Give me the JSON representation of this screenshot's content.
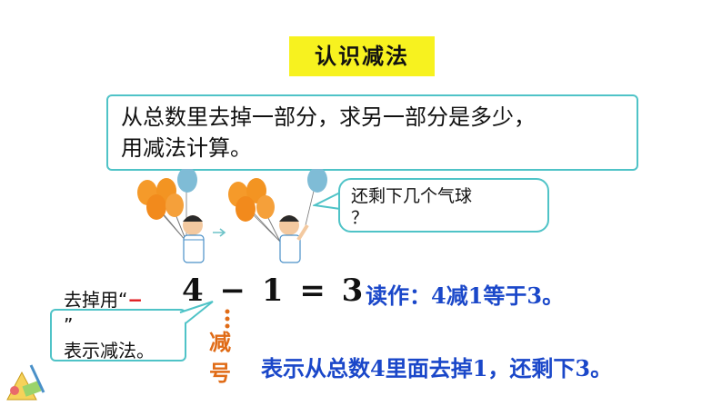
{
  "title": "认识减法",
  "definition": {
    "line1": "从总数里去掉一部分，求另一部分是多少，",
    "line2": "用减法计算。"
  },
  "question_bubble": {
    "line1": "还剩下几个气球",
    "line2": "？"
  },
  "equation": "4 − 1 = 3",
  "reading": "读作：4减1等于3。",
  "meaning": "表示从总数4里面去掉1，还剩下3。",
  "note": {
    "line1_prefix": "去掉用“",
    "minus": "−",
    "line2": "”",
    "line3": "表示减法。"
  },
  "minus_name": "减号",
  "colors": {
    "title_bg": "#f7f21f",
    "box_border": "#4fc3c7",
    "blue_text": "#1a47c9",
    "minus_red": "#e0161b",
    "minus_name_orange": "#e06b16"
  }
}
